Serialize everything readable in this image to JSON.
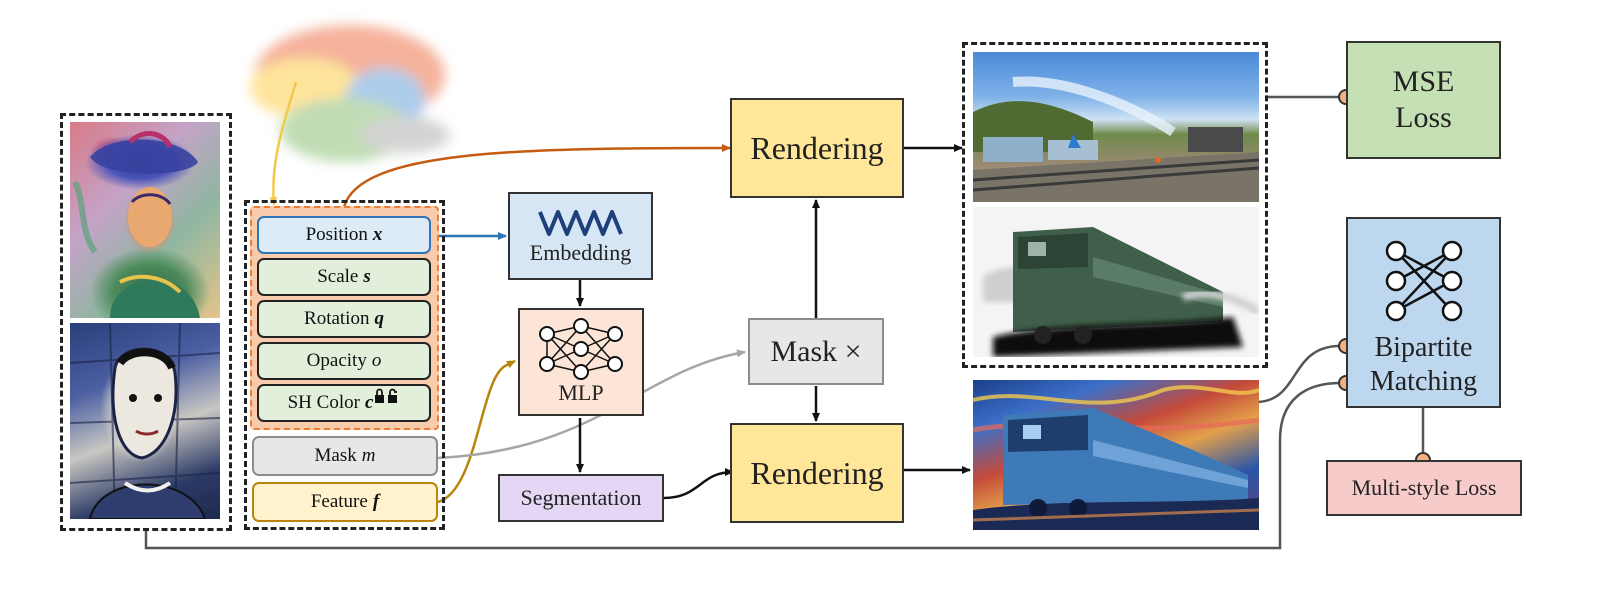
{
  "blocks": {
    "rendering_top": "Rendering",
    "rendering_bottom": "Rendering",
    "mask_op": "Mask ×",
    "embedding": "Embedding",
    "mlp": "MLP",
    "segmentation": "Segmentation",
    "mse_loss_line1": "MSE",
    "mse_loss_line2": "Loss",
    "bipartite_line1": "Bipartite",
    "bipartite_line2": "Matching",
    "multistyle_loss": "Multi-style Loss"
  },
  "attributes": {
    "position": {
      "label": "Position",
      "symbol": "x"
    },
    "scale": {
      "label": "Scale",
      "symbol": "s"
    },
    "rotation": {
      "label": "Rotation",
      "symbol": "q"
    },
    "opacity": {
      "label": "Opacity",
      "symbol": "o"
    },
    "sh_color": {
      "label": "SH Color",
      "symbol": "c"
    },
    "mask": {
      "label": "Mask",
      "symbol": "m"
    },
    "feature": {
      "label": "Feature",
      "symbol": "f"
    }
  },
  "colors": {
    "rendering_fill": "#ffe699",
    "mse_fill": "#c5e0b4",
    "bipartite_fill": "#bdd7ee",
    "multistyle_fill": "#f8cbcb",
    "embedding_fill": "#d6e6f5",
    "mlp_fill": "#fce4d6",
    "segmentation_fill": "#e4d7f5",
    "mask_fill": "#e7e7e7",
    "attr_green": "#e2efda",
    "attr_blue": "#ddebf7",
    "attr_gray": "#e7e7e7",
    "attr_yellow": "#fff2cc",
    "orange_group": "#f8cbad",
    "arrow_orange": "#c55a11",
    "arrow_blue": "#2e75b6",
    "arrow_gold": "#b8860b",
    "arrow_gray": "#a6a6a6",
    "arrow_yellow": "#f2c94c"
  },
  "icons": [
    "wave-icon",
    "neural-network-icon",
    "bipartite-graph-icon",
    "lock-icon",
    "unlock-icon"
  ]
}
